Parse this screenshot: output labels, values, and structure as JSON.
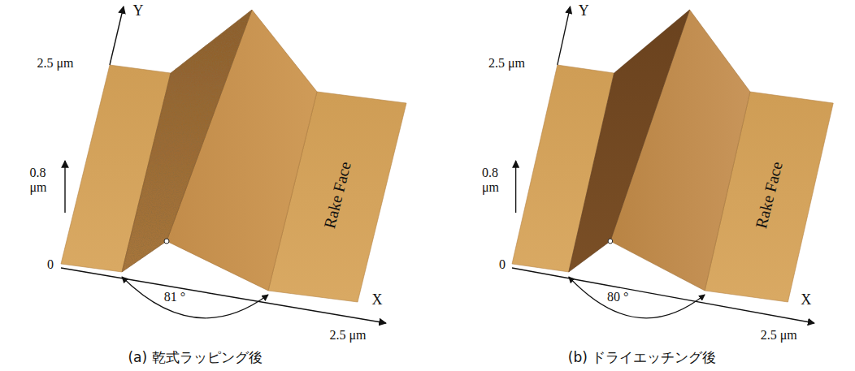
{
  "diagram": {
    "labels": [
      "Y",
      "2.5 μm",
      "0.8 μm",
      "0",
      "81 °",
      "Rake Face",
      "X",
      "2.5 μm",
      "(a) 乾式ラッピング後",
      "Y",
      "2.5 μm",
      "0.8 μm",
      "0",
      "80 °",
      "Rake Face",
      "X",
      "2.5 μm",
      "(b) ドライエッチング後"
    ]
  }
}
